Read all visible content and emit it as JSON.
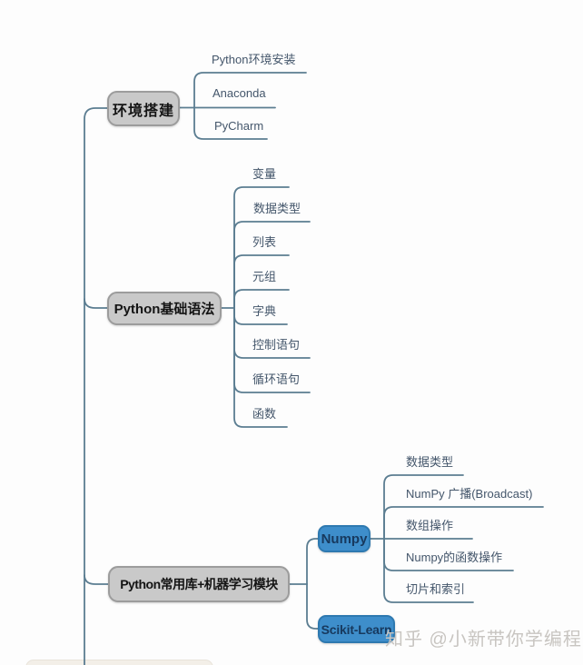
{
  "meta": {
    "watermark": "知乎 @小新带你学编程"
  },
  "colors": {
    "background": "#fdfdfd",
    "connector_line": "#5b7d91",
    "subtopic_text": "#44566b",
    "gray_topic_fill": "#c9c9c9",
    "gray_topic_border": "#9c9c9c",
    "gray_topic_text": "#141414",
    "blue_topic_fill": "#3e8ecb",
    "blue_topic_border": "#2e79b0",
    "blue_topic_text": "#17395e",
    "watermark_text": "#c8c5c1"
  },
  "tree": {
    "branches": [
      {
        "label": "环境搭建",
        "children": [
          {
            "label": "Python环境安装"
          },
          {
            "label": "Anaconda"
          },
          {
            "label": "PyCharm"
          }
        ]
      },
      {
        "label": "Python基础语法",
        "children": [
          {
            "label": "变量"
          },
          {
            "label": "数据类型"
          },
          {
            "label": "列表"
          },
          {
            "label": "元组"
          },
          {
            "label": "字典"
          },
          {
            "label": "控制语句"
          },
          {
            "label": "循环语句"
          },
          {
            "label": "函数"
          }
        ]
      },
      {
        "label": "Python常用库+机器学习模块",
        "children": [
          {
            "label": "Numpy",
            "children": [
              {
                "label": "数据类型"
              },
              {
                "label": "NumPy 广播(Broadcast)"
              },
              {
                "label": "数组操作"
              },
              {
                "label": "Numpy的函数操作"
              },
              {
                "label": "切片和索引"
              }
            ]
          },
          {
            "label": "Scikit-Learn"
          }
        ]
      }
    ]
  }
}
